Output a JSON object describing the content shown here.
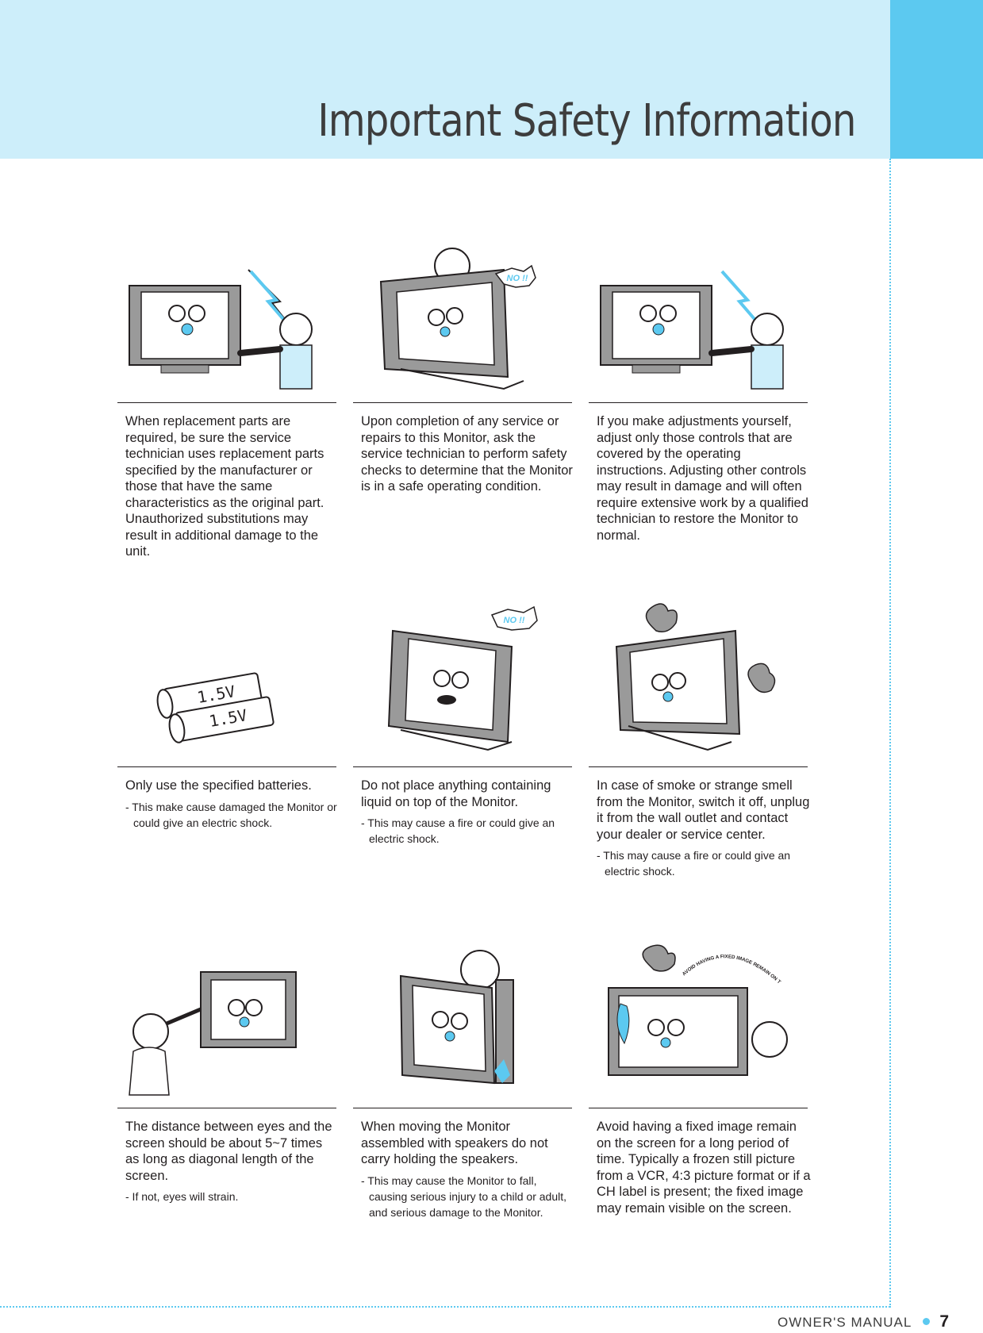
{
  "page": {
    "title": "Important Safety Information"
  },
  "footer": {
    "manual": "OWNER'S MANUAL",
    "page_number": "7"
  },
  "items": [
    {
      "main": "When replacement parts are required, be sure the service technician uses replacement parts specified by the manufacturer or those that have the same characteristics as the original part. Unauthorized substitutions may result in additional damage to the unit.",
      "note": ""
    },
    {
      "main": "Upon completion of any service or repairs to this Monitor, ask the service technician to perform safety checks to determine that the Monitor is in a safe operating condition.",
      "note": ""
    },
    {
      "main": "If you make adjustments yourself, adjust only those controls that are covered by the operating instructions. Adjusting other controls may result in damage and will often require extensive work by a qualified technician to restore the Monitor to normal.",
      "note": ""
    },
    {
      "main": "Only use the specified batteries.",
      "note": "- This make cause damaged the Monitor or could give an electric shock."
    },
    {
      "main": "Do not place anything containing liquid on top of the Monitor.",
      "note": "- This may cause a fire or could give an electric shock."
    },
    {
      "main": "In case of smoke or strange smell from the Monitor, switch it off, unplug it from the wall outlet and contact your dealer or service center.",
      "note": "- This may cause a fire or could give an electric shock."
    },
    {
      "main": "The distance between eyes and the screen should be about 5~7 times as long as diagonal length of the screen.",
      "note": "- If not, eyes will strain."
    },
    {
      "main": "When moving the Monitor assembled with speakers do not carry holding the speakers.",
      "note": "- This may cause the Monitor to fall, causing serious injury to a child or adult, and serious damage to the Monitor."
    },
    {
      "main": "Avoid having a fixed image remain on the screen for a long period of time. Typically a frozen still picture from a VCR, 4:3 picture format or if a CH label is present; the fixed image may remain visible on the screen.",
      "note": ""
    }
  ],
  "illustrations": {
    "no_callout": "NO !!",
    "battery_label": "1.5V",
    "fixed_image_callout": "AVOID HAVING A FIXED IMAGE REMAIN ON THE SCREEN FOR A LONG PERIOD OF TIME."
  }
}
